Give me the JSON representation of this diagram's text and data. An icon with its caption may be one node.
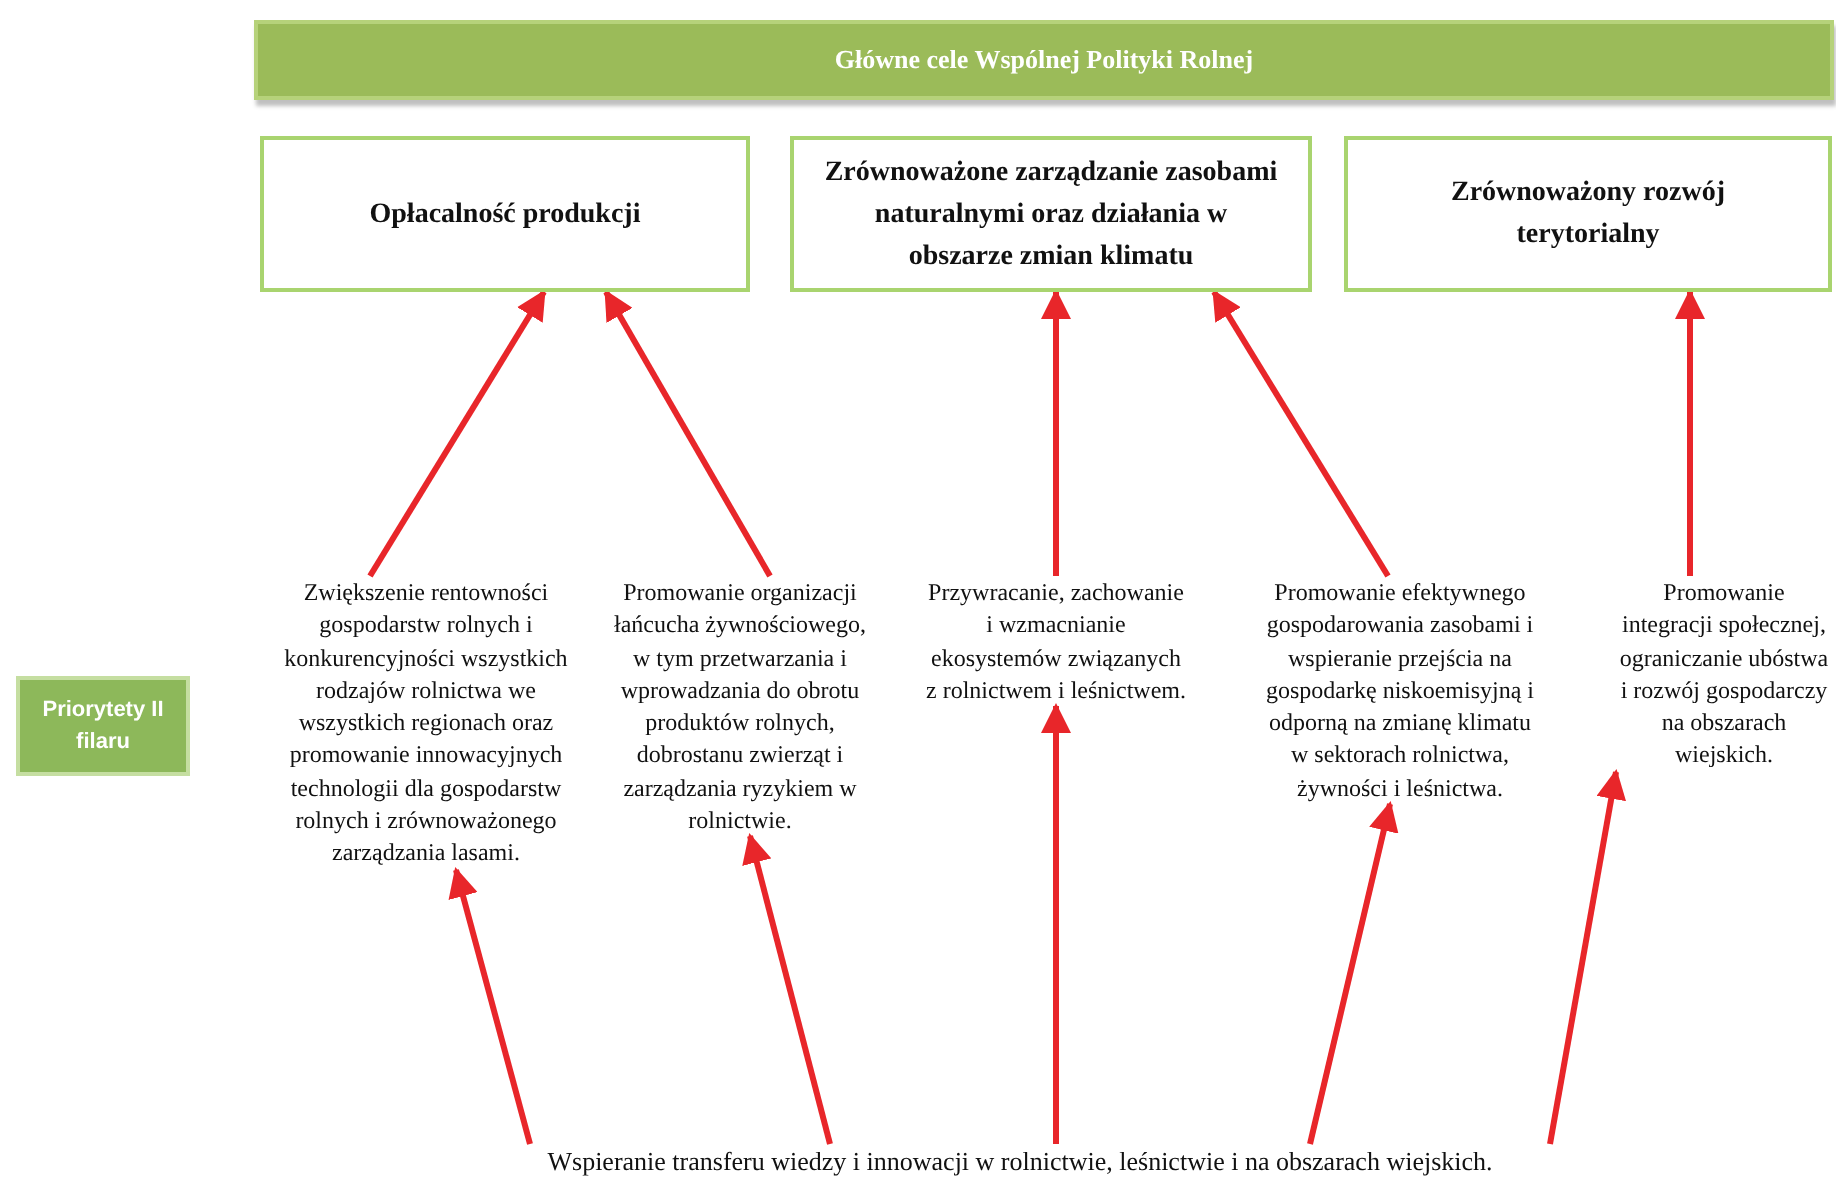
{
  "diagram": {
    "nodes": [
      {
        "text": [
          "Główne cele Wspólnej Polityki Rolnej"
        ]
      },
      {
        "text": [
          "Opłacalność produkcji"
        ]
      },
      {
        "text": [
          "Zrównoważone zarządzanie zasobami naturalnymi oraz działania w obszarze zmian klimatu"
        ]
      },
      {
        "text": [
          "Zrównoważony rozwój terytorialny"
        ]
      },
      {
        "text": [
          "Priorytety II filaru"
        ]
      },
      {
        "text": [
          "Zwiększenie rentowności gospodarstw rolnych i konkurencyjności wszystkich rodzajów rolnictwa we wszystkich regionach oraz promowanie innowacyjnych technologii dla gospodarstw rolnych i zrównoważonego zarządzania lasami."
        ]
      },
      {
        "text": [
          "Promowanie organizacji łańcucha żywnościowego, w tym przetwarzania i wprowadzania do obrotu produktów rolnych, dobrostanu zwierząt i zarządzania ryzykiem w rolnictwie."
        ]
      },
      {
        "text": [
          "Przywracanie, zachowanie i wzmacnianie ekosystemów związanych z rolnictwem i leśnictwem."
        ]
      },
      {
        "text": [
          "Promowanie efektywnego gospodarowania zasobami i wspieranie przejścia na gospodarkę niskoemisyjną i odporną na zmianę klimatu w sektorach rolnictwa, żywności i leśnictwa."
        ]
      },
      {
        "text": [
          "Promowanie integracji społecznej, ograniczanie ubóstwa i rozwój gospodarczy na obszarach wiejskich."
        ]
      },
      {
        "text": [
          "Wspieranie transferu wiedzy i innowacji w rolnictwie, leśnictwie i na obszarach wiejskich."
        ]
      }
    ],
    "edges": [
      {
        "from": 5,
        "to": 1,
        "arrow": "to"
      },
      {
        "from": 6,
        "to": 1,
        "arrow": "to"
      },
      {
        "from": 7,
        "to": 2,
        "arrow": "to"
      },
      {
        "from": 8,
        "to": 2,
        "arrow": "to"
      },
      {
        "from": 9,
        "to": 3,
        "arrow": "to"
      },
      {
        "from": 10,
        "to": 5,
        "arrow": "to"
      },
      {
        "from": 10,
        "to": 6,
        "arrow": "to"
      },
      {
        "from": 10,
        "to": 7,
        "arrow": "to"
      },
      {
        "from": 10,
        "to": 8,
        "arrow": "to"
      },
      {
        "from": 10,
        "to": 9,
        "arrow": "to"
      }
    ]
  }
}
